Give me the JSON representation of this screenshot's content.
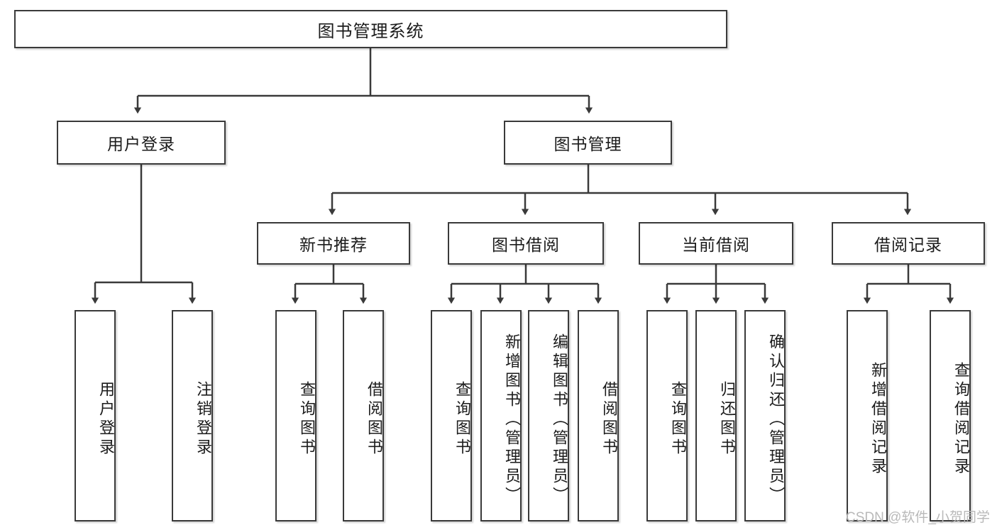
{
  "diagram": {
    "type": "tree-flowchart",
    "title": "图书管理系统",
    "orientation": "top-down",
    "colors": {
      "box_border": "#3a3a3a",
      "box_fill": "#ffffff",
      "connector": "#3a3a3a",
      "text": "#1b1b1b",
      "watermark": "#b9b9b9"
    },
    "nodes": {
      "root": {
        "label": "图书管理系统",
        "level": 1
      },
      "level2": [
        {
          "id": "user-login",
          "label": "用户登录"
        },
        {
          "id": "book-manage",
          "label": "图书管理"
        }
      ],
      "level3": [
        {
          "id": "new-book-recommend",
          "label": "新书推荐",
          "parent": "book-manage"
        },
        {
          "id": "book-borrow",
          "label": "图书借阅",
          "parent": "book-manage"
        },
        {
          "id": "current-borrow",
          "label": "当前借阅",
          "parent": "book-manage"
        },
        {
          "id": "borrow-record",
          "label": "借阅记录",
          "parent": "book-manage"
        }
      ],
      "leaves": {
        "user-login": [
          {
            "id": "leaf-user-login",
            "label": "用户登录"
          },
          {
            "id": "leaf-logout",
            "label": "注销登录"
          }
        ],
        "new-book-recommend": [
          {
            "id": "leaf-query-book-1",
            "label": "查询图书"
          },
          {
            "id": "leaf-borrow-book-1",
            "label": "借阅图书"
          }
        ],
        "book-borrow": [
          {
            "id": "leaf-query-book-2",
            "label": "查询图书"
          },
          {
            "id": "leaf-add-book",
            "label": "新增图书（管理员）"
          },
          {
            "id": "leaf-edit-book",
            "label": "编辑图书（管理员）"
          },
          {
            "id": "leaf-borrow-book-2",
            "label": "借阅图书"
          }
        ],
        "current-borrow": [
          {
            "id": "leaf-query-book-3",
            "label": "查询图书"
          },
          {
            "id": "leaf-return-book",
            "label": "归还图书"
          },
          {
            "id": "leaf-confirm-return",
            "label": "确认归还（管理员）"
          }
        ],
        "borrow-record": [
          {
            "id": "leaf-add-record",
            "label": "新增借阅记录"
          },
          {
            "id": "leaf-query-record",
            "label": "查询借阅记录"
          }
        ]
      }
    },
    "watermark": "CSDN @软件_小贺同学"
  }
}
